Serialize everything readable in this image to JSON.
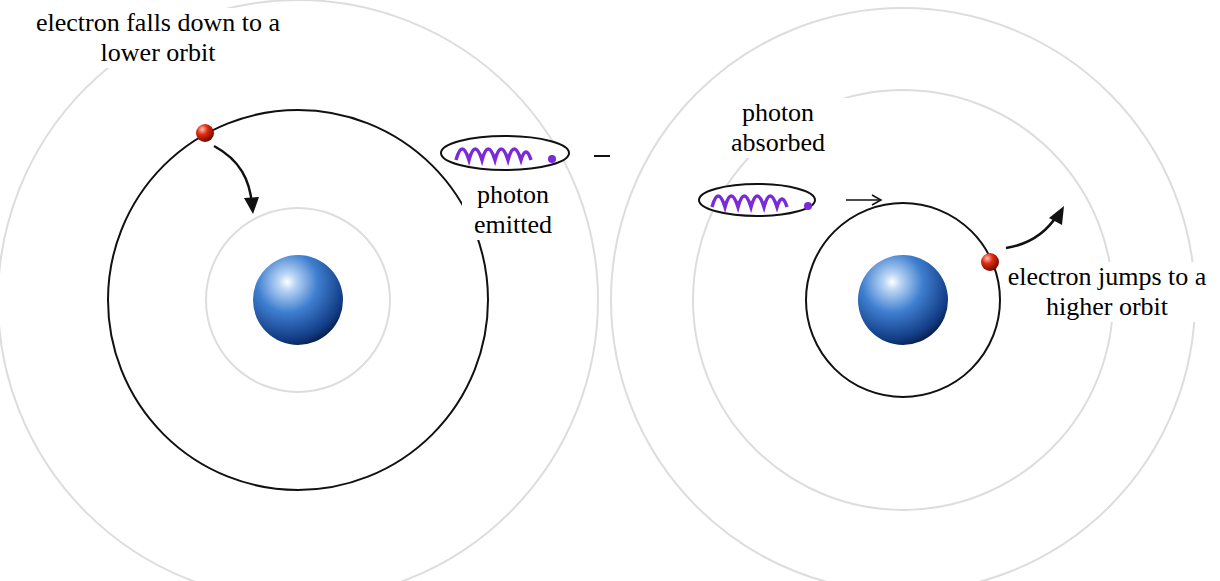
{
  "diagram": {
    "labels": [
      "electron falls down to a lower orbit",
      "photon emitted",
      "photon absorbed",
      "electron jumps to a higher orbit"
    ]
  }
}
